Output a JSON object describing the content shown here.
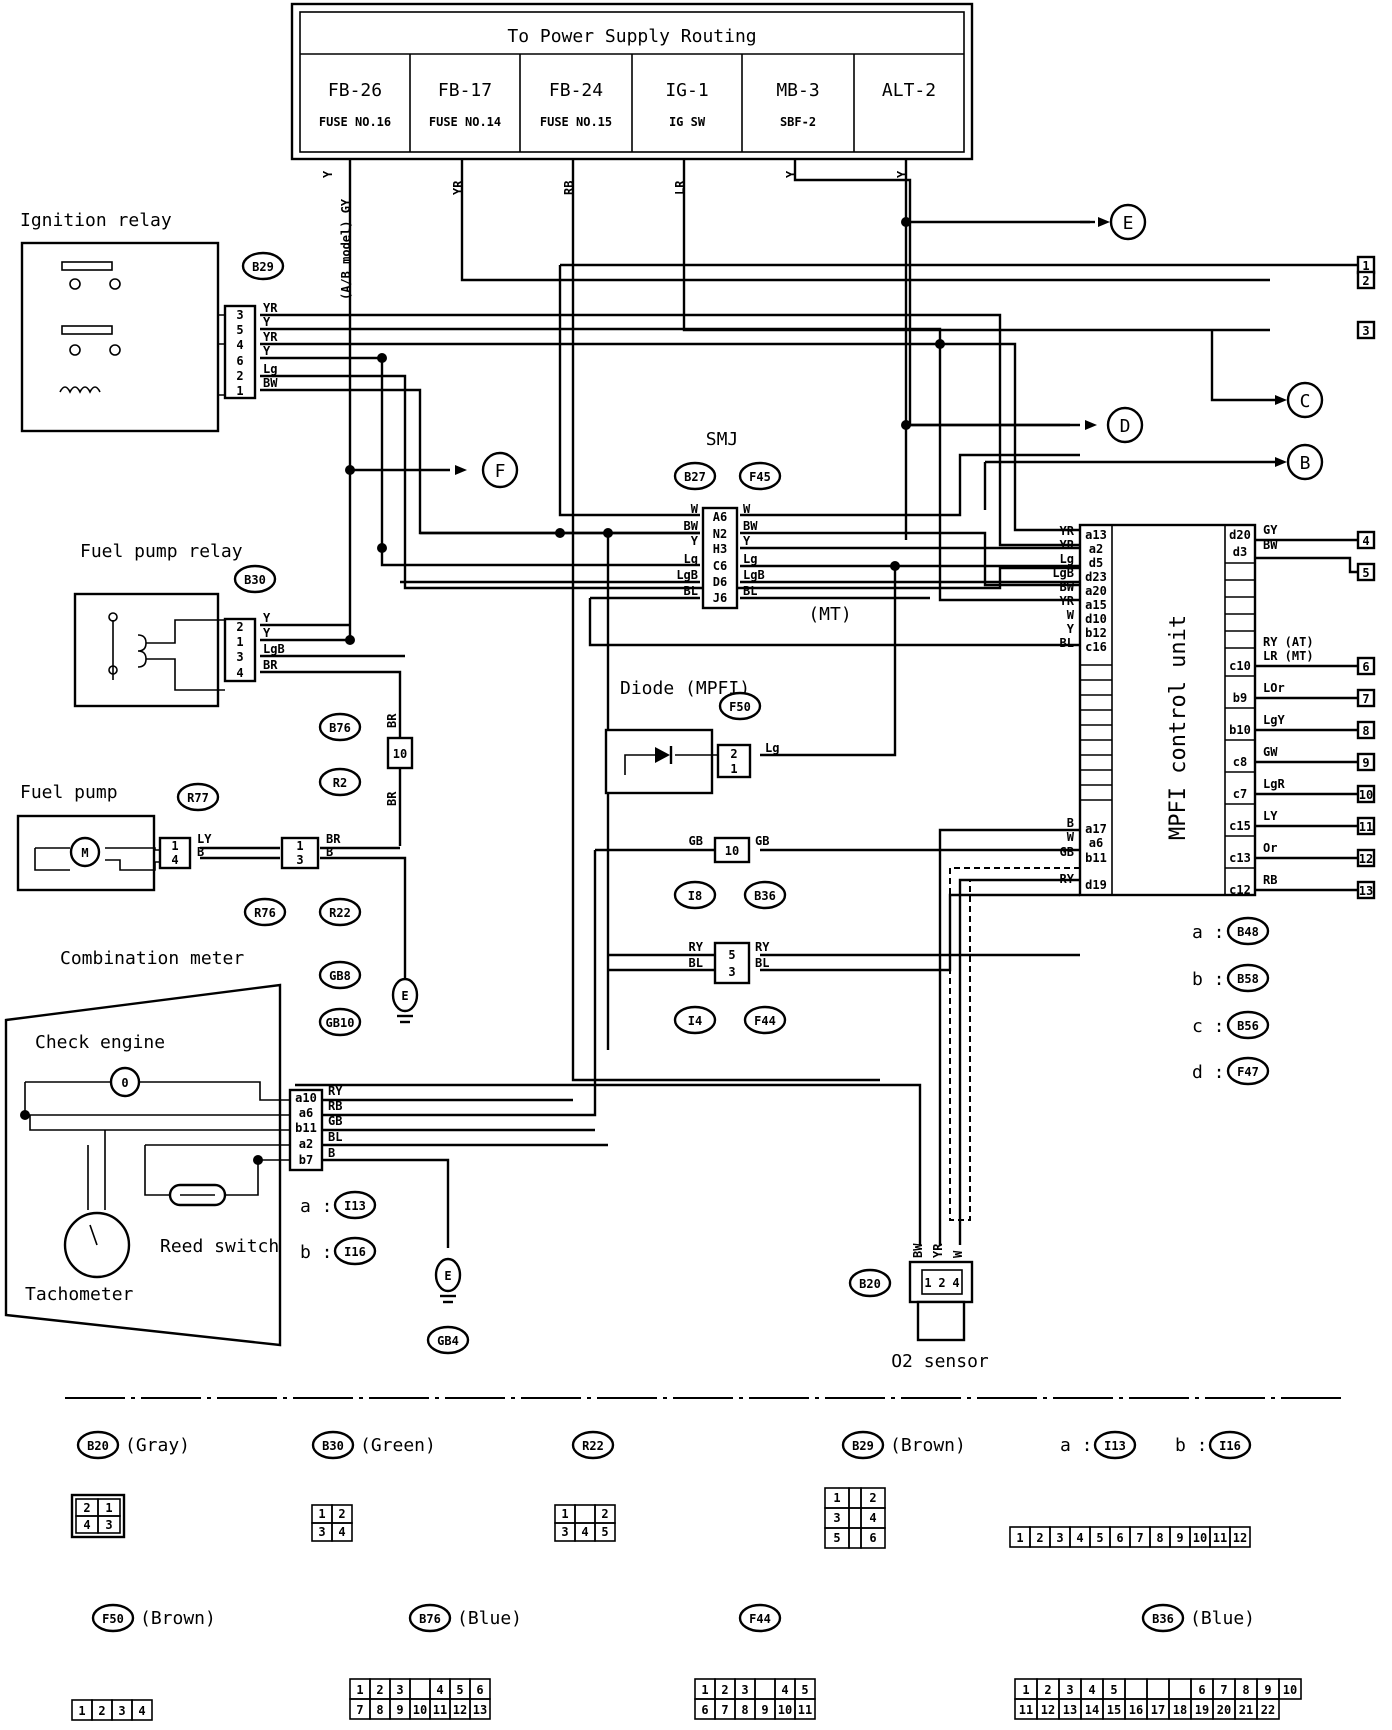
{
  "power": {
    "title": "To Power Supply Routing",
    "cols": [
      {
        "top": "FB-26",
        "bottom": "FUSE NO.16"
      },
      {
        "top": "FB-17",
        "bottom": "FUSE NO.14"
      },
      {
        "top": "FB-24",
        "bottom": "FUSE NO.15"
      },
      {
        "top": "IG-1",
        "bottom": "IG SW"
      },
      {
        "top": "MB-3",
        "bottom": "SBF-2"
      },
      {
        "top": "ALT-2",
        "bottom": ""
      }
    ],
    "wire_labels": [
      "Y",
      "(A/B model) GY",
      "YR",
      "RB",
      "LR",
      "Y",
      "Y"
    ]
  },
  "components": {
    "ignition_relay": "Ignition relay",
    "fuel_pump_relay": "Fuel pump relay",
    "fuel_pump": "Fuel pump",
    "smj": "SMJ",
    "diode": "Diode (MPFI)",
    "mpfi": "MPFI control unit",
    "combination_meter": "Combination meter",
    "check_engine": "Check engine",
    "reed_switch": "Reed switch",
    "tachometer": "Tachometer",
    "o2_sensor": "O2 sensor",
    "mt": "(MT)"
  },
  "tags": {
    "b29": "B29",
    "b30": "B30",
    "b27": "B27",
    "f45": "F45",
    "f50": "F50",
    "b76": "B76",
    "r2": "R2",
    "r77": "R77",
    "r76": "R76",
    "r22": "R22",
    "gb8": "GB8",
    "gb10": "GB10",
    "i8": "I8",
    "b36": "B36",
    "i4": "I4",
    "f44": "F44",
    "i13": "I13",
    "i16": "I16",
    "gb4": "GB4",
    "b20": "B20",
    "b48": "B48",
    "b58": "B58",
    "b56": "B56",
    "f47": "F47"
  },
  "pins": {
    "ign_relay": [
      "3",
      "5",
      "4",
      "6",
      "2",
      "1"
    ],
    "ign_relay_wires": [
      "YR",
      "Y",
      "YR",
      "Y",
      "Lg",
      "BW"
    ],
    "fp_relay": [
      "2",
      "1",
      "3",
      "4"
    ],
    "fp_relay_wires": [
      "Y",
      "Y",
      "LgB",
      "BR"
    ],
    "smj_pins": [
      "A6",
      "N2",
      "H3",
      "C6",
      "D6",
      "J6"
    ],
    "smj_left": [
      "W",
      "BW",
      "Y",
      "Lg",
      "LgB",
      "BL"
    ],
    "smj_right": [
      "W",
      "BW",
      "Y",
      "Lg",
      "LgB",
      "BL"
    ],
    "mpfi_left_pins": [
      "a13",
      "a2",
      "d5",
      "d23",
      "a20",
      "a15",
      "d10",
      "b12",
      "c16"
    ],
    "mpfi_left_wires": [
      "YR",
      "YR",
      "Lg",
      "LgB",
      "BW",
      "YR",
      "W",
      "Y",
      "BL"
    ],
    "mpfi_o2_pins": [
      "a17",
      "a6",
      "b11",
      "d19"
    ],
    "mpfi_o2_wires": [
      "B",
      "W",
      "GB",
      "RY"
    ],
    "mpfi_right_pins": [
      "d20",
      "d3",
      "c10",
      "b9",
      "b10",
      "c8",
      "c7",
      "c15",
      "c13",
      "c12"
    ],
    "mpfi_right_wires": [
      "GY",
      "BW",
      "RY (AT)",
      "LR (MT)",
      "LOr",
      "LgY",
      "GW",
      "LgR",
      "LY",
      "Or",
      "RB"
    ],
    "meter_pins": [
      "a10",
      "a6",
      "b11",
      "a2",
      "b7"
    ],
    "meter_wires": [
      "RY",
      "RB",
      "GB",
      "BL",
      "B"
    ],
    "diode_pins": [
      "2",
      "1"
    ],
    "diode_wire": "Lg",
    "conn_b76": [
      "10"
    ],
    "b76_wires": [
      "BR",
      "BR"
    ],
    "fp_pins": [
      "1",
      "4"
    ],
    "fp_wires": [
      "LY",
      "B"
    ],
    "r22_pins": [
      "1",
      "3"
    ],
    "r22_wires": [
      "BR",
      "B"
    ],
    "i8_pin": "10",
    "i8_wires": [
      "GB",
      "GB"
    ],
    "i4_pins": [
      "5",
      "3"
    ],
    "i4_wires": [
      "RY",
      "BL",
      "RY",
      "BL"
    ],
    "o2_pins": [
      "1",
      "2",
      "4"
    ],
    "o2_wires": [
      "BW",
      "YR",
      "W"
    ]
  },
  "arrows": [
    "E",
    "C",
    "D",
    "B",
    "F"
  ],
  "ground": "E",
  "right_nums_top": [
    "1",
    "2",
    "3"
  ],
  "right_nums": [
    "4",
    "5",
    "6",
    "7",
    "8",
    "9",
    "10",
    "11",
    "12",
    "13"
  ],
  "legends": {
    "mpfi": [
      {
        "prefix": "a :",
        "tag": "B48"
      },
      {
        "prefix": "b :",
        "tag": "B58"
      },
      {
        "prefix": "c :",
        "tag": "B56"
      },
      {
        "prefix": "d :",
        "tag": "F47"
      }
    ],
    "meter": [
      {
        "prefix": "a :",
        "tag": "I13"
      },
      {
        "prefix": "b :",
        "tag": "I16"
      }
    ]
  },
  "bottom": {
    "row1": [
      {
        "tag": "B20",
        "color": "(Gray)"
      },
      {
        "tag": "B30",
        "color": "(Green)"
      },
      {
        "tag": "R22",
        "color": ""
      },
      {
        "tag": "B29",
        "color": "(Brown)"
      }
    ],
    "row1_ab": [
      {
        "prefix": "a :",
        "tag": "I13"
      },
      {
        "prefix": "b :",
        "tag": "I16"
      }
    ],
    "row2": [
      {
        "tag": "F50",
        "color": "(Brown)"
      },
      {
        "tag": "B76",
        "color": "(Blue)"
      },
      {
        "tag": "F44",
        "color": ""
      },
      {
        "tag": "B36",
        "color": "(Blue)"
      }
    ],
    "b20_grid": [
      [
        "2",
        "1"
      ],
      [
        "4",
        "3"
      ]
    ],
    "b30_grid": [
      [
        "1",
        "2"
      ],
      [
        "3",
        "4"
      ]
    ],
    "r22_grid": [
      [
        "1",
        "",
        "2"
      ],
      [
        "3",
        "4",
        "5"
      ]
    ],
    "b29_grid": [
      [
        "1",
        "",
        "2"
      ],
      [
        "3",
        "",
        "4"
      ],
      [
        "5",
        "",
        "6"
      ]
    ],
    "i13_row": [
      "1",
      "2",
      "3",
      "4",
      "5",
      "6",
      "7",
      "8",
      "9",
      "10",
      "11",
      "12"
    ],
    "f50_row": [
      "1",
      "2",
      "3",
      "4"
    ],
    "b76_grid": [
      [
        "1",
        "2",
        "3",
        "",
        "4",
        "5",
        "6"
      ],
      [
        "7",
        "8",
        "9",
        "10",
        "11",
        "12",
        "13"
      ]
    ],
    "f44_grid": [
      [
        "1",
        "2",
        "3",
        "",
        "4",
        "5"
      ],
      [
        "6",
        "7",
        "8",
        "9",
        "10",
        "11"
      ]
    ],
    "b36_grid": [
      [
        "1",
        "2",
        "3",
        "4",
        "5",
        "",
        "",
        "",
        "6",
        "7",
        "8",
        "9",
        "10"
      ],
      [
        "11",
        "12",
        "13",
        "14",
        "15",
        "16",
        "17",
        "18",
        "19",
        "20",
        "21",
        "22"
      ]
    ]
  }
}
